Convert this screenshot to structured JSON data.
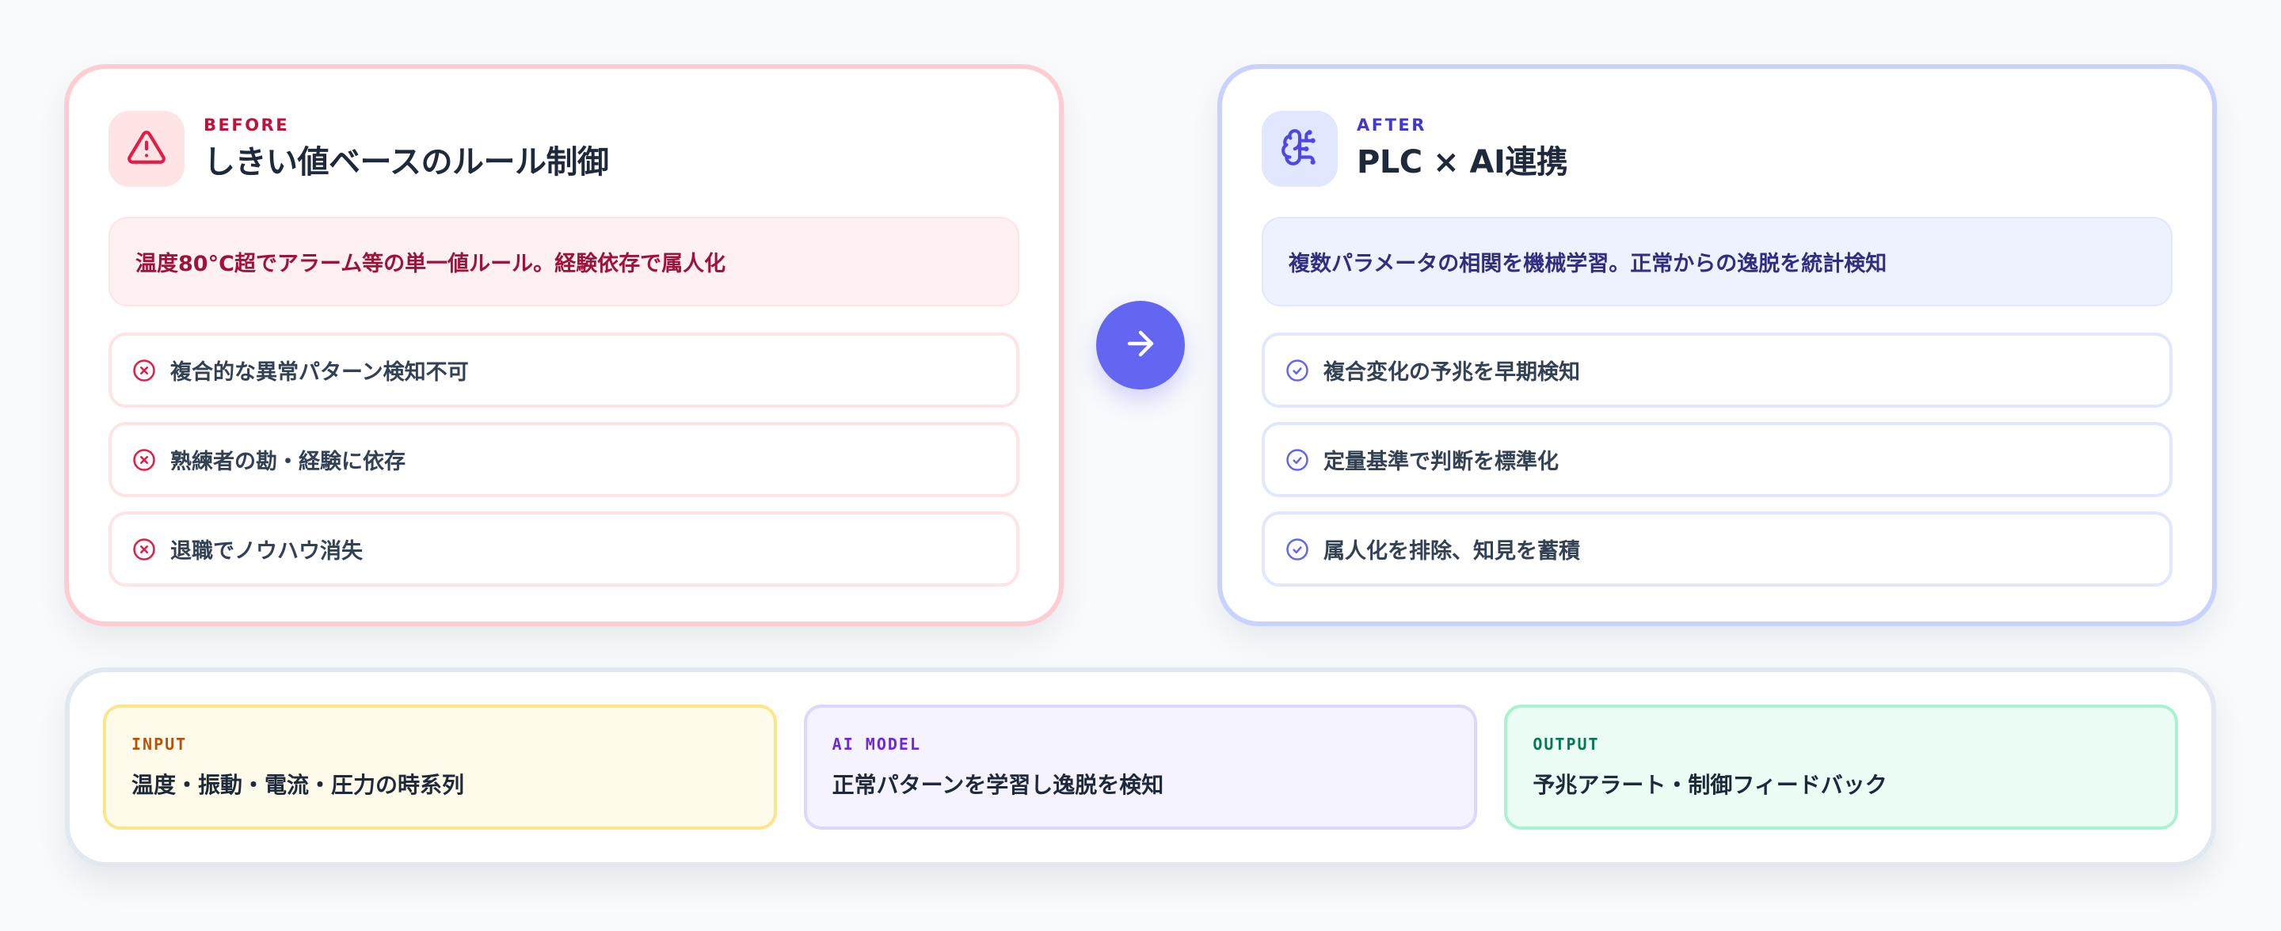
{
  "before": {
    "eyebrow": "BEFORE",
    "title": "しきい値ベースのルール制御",
    "icon": "alert-triangle-icon",
    "summary": "温度80°C超でアラーム等の単一値ルール。経験依存で属人化",
    "items": [
      {
        "icon": "x-circle-icon",
        "label": "複合的な異常パターン検知不可"
      },
      {
        "icon": "x-circle-icon",
        "label": "熟練者の勘・経験に依存"
      },
      {
        "icon": "x-circle-icon",
        "label": "退職でノウハウ消失"
      }
    ],
    "colors": {
      "accent": "#e11d48",
      "border": "#fecdd3",
      "tint": "#fff1f2"
    }
  },
  "transition": {
    "icon": "arrow-right-icon",
    "color": "#6366f1"
  },
  "after": {
    "eyebrow": "AFTER",
    "title": "PLC × AI連携",
    "icon": "brain-circuit-icon",
    "summary": "複数パラメータの相関を機械学習。正常からの逸脱を統計検知",
    "items": [
      {
        "icon": "check-circle-icon",
        "label": "複合変化の予兆を早期検知"
      },
      {
        "icon": "check-circle-icon",
        "label": "定量基準で判断を標準化"
      },
      {
        "icon": "check-circle-icon",
        "label": "属人化を排除、知見を蓄積"
      }
    ],
    "colors": {
      "accent": "#4f46e5",
      "border": "#c7d2fe",
      "tint": "#eef2ff"
    }
  },
  "pipeline": {
    "stages": [
      {
        "label": "INPUT",
        "text": "温度・振動・電流・圧力の時系列",
        "color": "#b45309"
      },
      {
        "label": "AI MODEL",
        "text": "正常パターンを学習し逸脱を検知",
        "color": "#6d28d9"
      },
      {
        "label": "OUTPUT",
        "text": "予兆アラート・制御フィードバック",
        "color": "#047857"
      }
    ]
  }
}
